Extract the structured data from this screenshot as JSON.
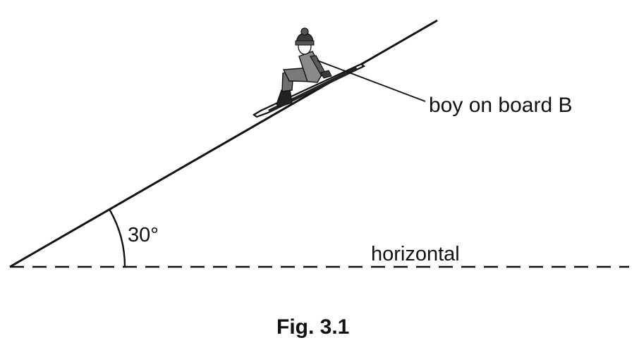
{
  "diagram": {
    "incline_angle_label": "30°",
    "horizontal_label": "horizontal",
    "boy_label": "boy on board B",
    "caption": "Fig. 3.1",
    "incline_angle_degrees": 30,
    "colors": {
      "ink": "#111111",
      "figure_fill": "#7a7a7a",
      "figure_dark": "#3a3a3a",
      "background": "#ffffff"
    }
  }
}
